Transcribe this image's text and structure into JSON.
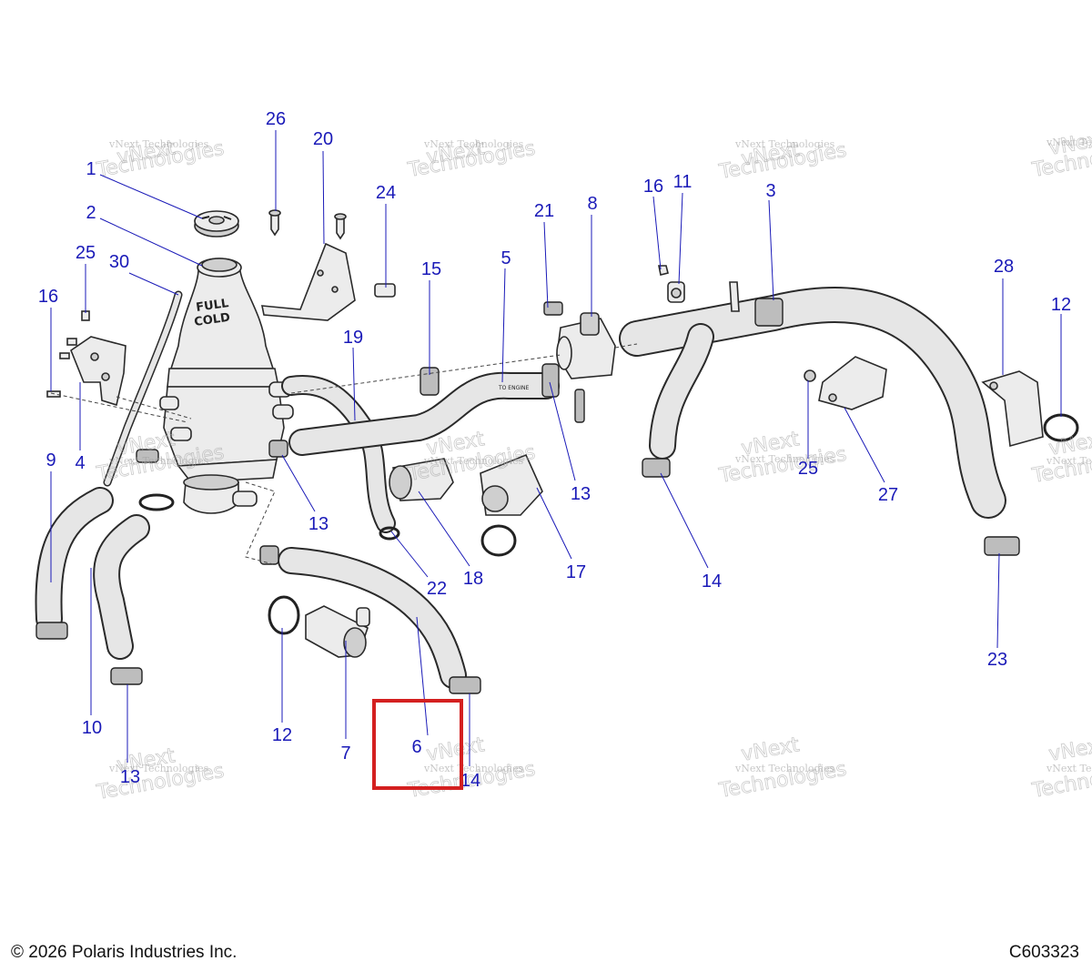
{
  "callouts": [
    {
      "id": "c1",
      "label": "1"
    },
    {
      "id": "c2",
      "label": "2"
    },
    {
      "id": "c3",
      "label": "3"
    },
    {
      "id": "c4",
      "label": "4"
    },
    {
      "id": "c5",
      "label": "5"
    },
    {
      "id": "c6",
      "label": "6"
    },
    {
      "id": "c7",
      "label": "7"
    },
    {
      "id": "c8",
      "label": "8"
    },
    {
      "id": "c9",
      "label": "9"
    },
    {
      "id": "c10",
      "label": "10"
    },
    {
      "id": "c11",
      "label": "11"
    },
    {
      "id": "c12a",
      "label": "12"
    },
    {
      "id": "c12b",
      "label": "12"
    },
    {
      "id": "c13a",
      "label": "13"
    },
    {
      "id": "c13b",
      "label": "13"
    },
    {
      "id": "c13c",
      "label": "13"
    },
    {
      "id": "c14a",
      "label": "14"
    },
    {
      "id": "c14b",
      "label": "14"
    },
    {
      "id": "c15",
      "label": "15"
    },
    {
      "id": "c16a",
      "label": "16"
    },
    {
      "id": "c16b",
      "label": "16"
    },
    {
      "id": "c17",
      "label": "17"
    },
    {
      "id": "c18",
      "label": "18"
    },
    {
      "id": "c19",
      "label": "19"
    },
    {
      "id": "c20",
      "label": "20"
    },
    {
      "id": "c21",
      "label": "21"
    },
    {
      "id": "c22",
      "label": "22"
    },
    {
      "id": "c23",
      "label": "23"
    },
    {
      "id": "c24",
      "label": "24"
    },
    {
      "id": "c25a",
      "label": "25"
    },
    {
      "id": "c25b",
      "label": "25"
    },
    {
      "id": "c26",
      "label": "26"
    },
    {
      "id": "c27",
      "label": "27"
    },
    {
      "id": "c28",
      "label": "28"
    },
    {
      "id": "c30",
      "label": "30"
    }
  ],
  "bottle_text": {
    "line1": "FULL",
    "line2": "COLD"
  },
  "hose_marking": "TO ENGINE",
  "watermark": {
    "line1": "vNext Technologies",
    "line2": "Technologies",
    "logo": "vNext"
  },
  "highlight": {
    "target_callout": "6",
    "color": "#d42020"
  },
  "colors": {
    "callout": "#1a1ab8",
    "line": "#2a2a2a",
    "part_fill": "#ececec"
  },
  "footer": {
    "copyright": "© 2026 Polaris Industries Inc.",
    "figure_id": "C603323"
  }
}
